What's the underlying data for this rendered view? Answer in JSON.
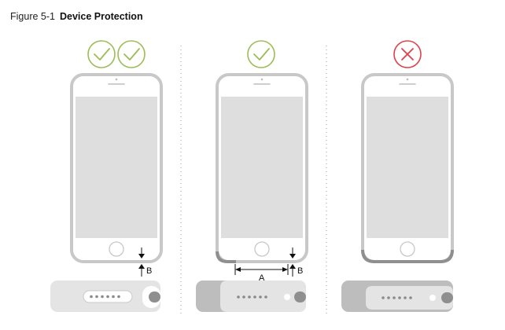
{
  "figure": {
    "number": "Figure 5-1",
    "title": "Device Protection"
  },
  "panels": [
    {
      "status_icons": [
        "check-icon",
        "check-icon"
      ],
      "dimension_labels": {
        "b": "B"
      }
    },
    {
      "status_icons": [
        "check-icon"
      ],
      "dimension_labels": {
        "a": "A",
        "b": "B"
      }
    },
    {
      "status_icons": [
        "cross-icon"
      ],
      "dimension_labels": {}
    }
  ],
  "colors": {
    "ok": "#9cbd55",
    "bad": "#e0404a",
    "device_frame": "#c8c8c8",
    "screen": "#dedede",
    "port_body": "#e4e4e4",
    "port_case": "#bdbdbd"
  }
}
